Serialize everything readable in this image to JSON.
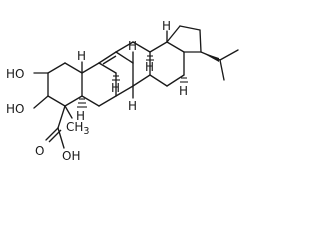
{
  "molecule": {
    "labels": {
      "oh1": "HO",
      "oh2": "HO",
      "o_carbonyl": "O",
      "oh_acid": "OH",
      "ch3_c4": "CH",
      "ch3_c4_sub": "3",
      "me_c10": "H",
      "me_c8": "H",
      "me_c14": "H",
      "me_c17": "H",
      "h_c5": "H",
      "h_c9": "H",
      "h_c13": "H",
      "h_c18": "H"
    }
  }
}
